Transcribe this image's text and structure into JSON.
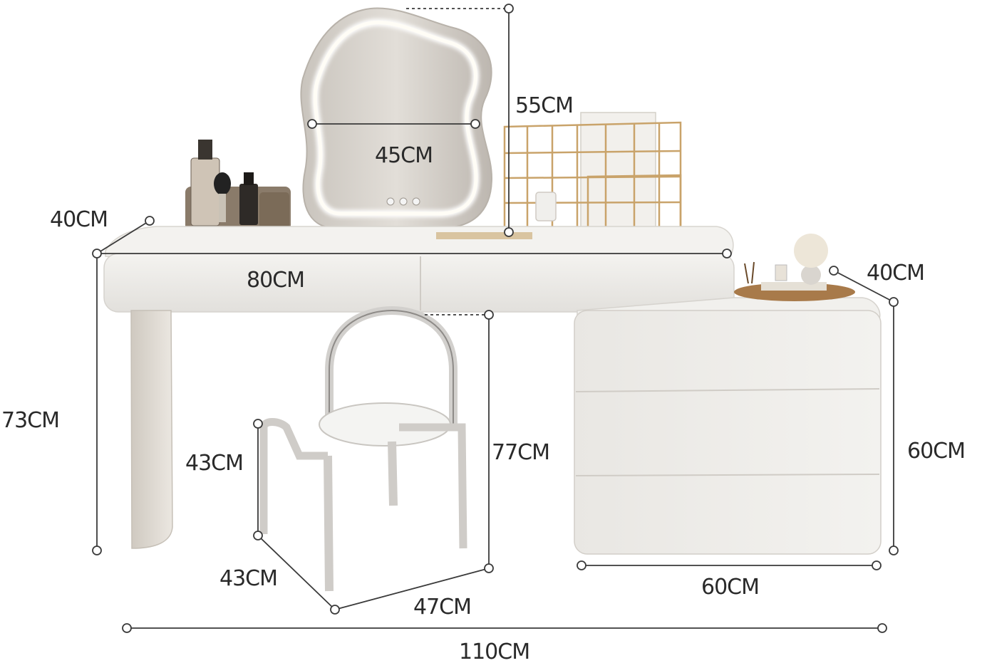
{
  "dimensions": {
    "mirror_height": "55CM",
    "mirror_width": "45CM",
    "desk_depth": "40CM",
    "desk_width": "80CM",
    "desk_height": "73CM",
    "chair_seat_height": "43CM",
    "chair_height": "77CM",
    "chair_depth": "43CM",
    "chair_width": "47CM",
    "cabinet_depth": "40CM",
    "cabinet_height": "60CM",
    "cabinet_width": "60CM",
    "total_width": "110CM"
  },
  "colors": {
    "desk": "#ecebe8",
    "desk_shadow": "#d6d3ce",
    "mirror_frame": "#d7d3cd",
    "mirror_light": "#fffdf6",
    "gold": "#c9a36a",
    "dimension_line": "#3a3a3a"
  }
}
